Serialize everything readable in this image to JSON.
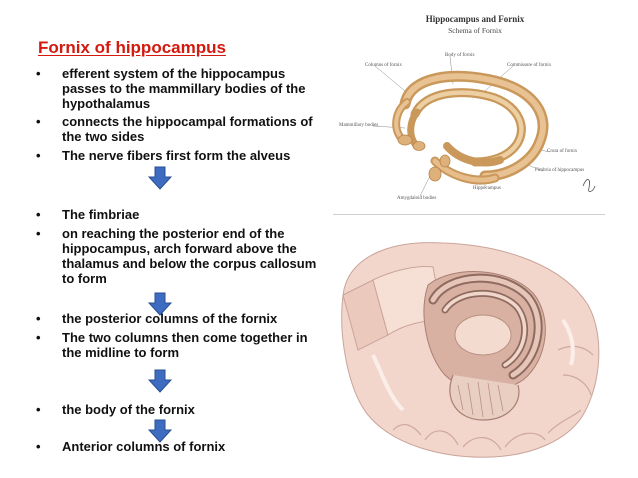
{
  "title": "Fornix of hippocampus",
  "bullet_char": "•",
  "bullets": [
    "efferent system of the hippocampus passes to the mammillary bodies of the hypothalamus",
    " connects the hippocampal formations of the two sides",
    "The nerve fibers first form the alveus",
    "The fimbriae",
    "on reaching the posterior end of the hippocampus, arch forward above the thalamus and below the corpus callosum to form",
    "the posterior columns of the fornix",
    "The two columns then come together in the midline to form",
    " the body of the fornix",
    "Anterior columns of fornix"
  ],
  "arrow_color": "#3e6cc0",
  "title_color": "#d41a0f",
  "figure_top": {
    "title": "Hippocampus and Fornix",
    "subtitle": "Schema of Fornix",
    "labels": [
      "Columns of fornix",
      "Body of fornix",
      "Commissure of fornix",
      "Mammillary bodies",
      "Crura of fornix",
      "Fimbria of hippocampus",
      "Hippocampus",
      "Amygdaloid bodies"
    ]
  }
}
